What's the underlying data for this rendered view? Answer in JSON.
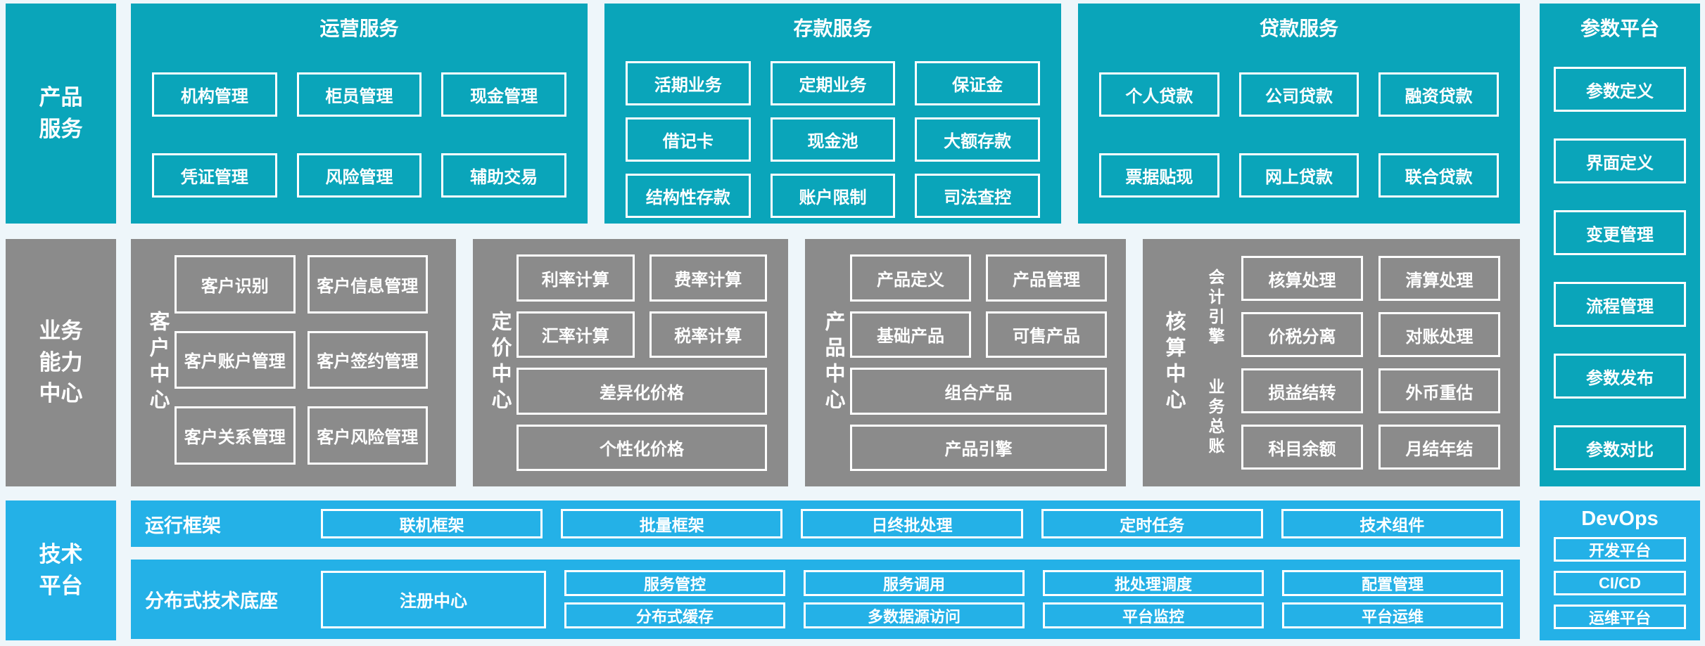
{
  "palette": {
    "teal": "#0aa5ba",
    "gray": "#8b8b8b",
    "blue": "#24b1e7",
    "background": "#eef6fa",
    "text": "#ffffff"
  },
  "left_labels": {
    "product": "产品\n服务",
    "capability": "业务\n能力\n中心",
    "tech": "技术\n平台"
  },
  "top_sections": [
    {
      "title": "运营服务",
      "rows": [
        [
          "机构管理",
          "柜员管理",
          "现金管理"
        ],
        [
          "凭证管理",
          "风险管理",
          "辅助交易"
        ]
      ]
    },
    {
      "title": "存款服务",
      "rows": [
        [
          "活期业务",
          "定期业务",
          "保证金"
        ],
        [
          "借记卡",
          "现金池",
          "大额存款"
        ],
        [
          "结构性存款",
          "账户限制",
          "司法查控"
        ]
      ]
    },
    {
      "title": "贷款服务",
      "rows": [
        [
          "个人贷款",
          "公司贷款",
          "融资贷款"
        ],
        [
          "票据贴现",
          "网上贷款",
          "联合贷款"
        ]
      ]
    }
  ],
  "param_platform": {
    "title": "参数平台",
    "items": [
      "参数定义",
      "界面定义",
      "变更管理",
      "流程管理",
      "参数发布",
      "参数对比"
    ]
  },
  "centers": {
    "customer": {
      "label": "客户中心",
      "boxes": [
        "客户识别",
        "客户信息管理",
        "客户账户管理",
        "客户签约管理",
        "客户关系管理",
        "客户风险管理"
      ]
    },
    "pricing": {
      "label": "定价中心",
      "small": [
        "利率计算",
        "费率计算",
        "汇率计算",
        "税率计算"
      ],
      "wide": [
        "差异化价格",
        "个性化价格"
      ]
    },
    "product": {
      "label": "产品中心",
      "small": [
        "产品定义",
        "产品管理",
        "基础产品",
        "可售产品"
      ],
      "wide": [
        "组合产品",
        "产品引擎"
      ]
    },
    "accounting": {
      "label": "核算中心",
      "sublabels": [
        "会计引擎",
        "业务总账"
      ],
      "boxes": [
        "核算处理",
        "清算处理",
        "价税分离",
        "对账处理",
        "损益结转",
        "外币重估",
        "科目余额",
        "月结年结"
      ]
    }
  },
  "tech_platform": {
    "runtime": {
      "label": "运行框架",
      "boxes": [
        "联机框架",
        "批量框架",
        "日终批处理",
        "定时任务",
        "技术组件"
      ]
    },
    "distributed": {
      "label": "分布式技术底座",
      "registry": "注册中心",
      "pairs": [
        [
          "服务管控",
          "分布式缓存"
        ],
        [
          "服务调用",
          "多数据源访问"
        ],
        [
          "批处理调度",
          "平台监控"
        ],
        [
          "配置管理",
          "平台运维"
        ]
      ]
    }
  },
  "devops": {
    "title": "DevOps",
    "items": [
      "开发平台",
      "CI/CD",
      "运维平台"
    ]
  }
}
